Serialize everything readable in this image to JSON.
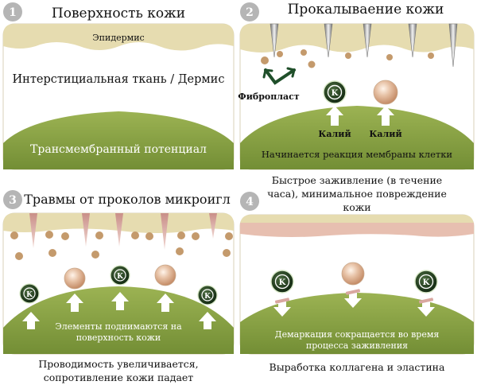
{
  "colors": {
    "epidermis": "#e6dcb0",
    "dermis": "#ffffff",
    "membrane": "#86a043",
    "membrane_dark": "#6f8a35",
    "badge": "#b0b0b0",
    "needle_gray": "#9a9a9a",
    "needle_pink": "#d9a7a0",
    "particle": "#c49a6c",
    "potassium": "#1e3a1e",
    "arrow": "#ffffff",
    "fibro": "#1f4f2a",
    "text": "#111111",
    "text_light": "#ffffff"
  },
  "panels": [
    {
      "number": "1",
      "title": "Поверхность кожи",
      "epidermis_label": "Эпидермис",
      "dermis_label": "Интерстициальная ткань / Дермис",
      "membrane_label": "Трансмембранный потенциал"
    },
    {
      "number": "2",
      "title": "Прокалываение кожи",
      "fibroblast_label": "Фибропласт",
      "potassium_symbol": "K",
      "potassium_label_1": "Калий",
      "potassium_label_2": "Калий",
      "membrane_label": "Начинается реакция мембраны клетки",
      "caption_lines": [
        "Быстрое заживление (в течение",
        "часа), минимальное повреждение",
        "кожи"
      ]
    },
    {
      "number": "3",
      "title": "Травмы от проколов микроигл",
      "potassium_symbol": "K",
      "membrane_label_lines": [
        "Элементы поднимаются на",
        "поверхность кожи"
      ],
      "caption_lines": [
        "Проводимость увеличивается,",
        "сопротивление кожи падает"
      ]
    },
    {
      "number": "4",
      "potassium_symbol": "K",
      "membrane_label_lines": [
        "Демаркация сокращается во время",
        "процесса заживления"
      ],
      "caption_lines": [
        "Выработка коллагена и эластина"
      ]
    }
  ]
}
